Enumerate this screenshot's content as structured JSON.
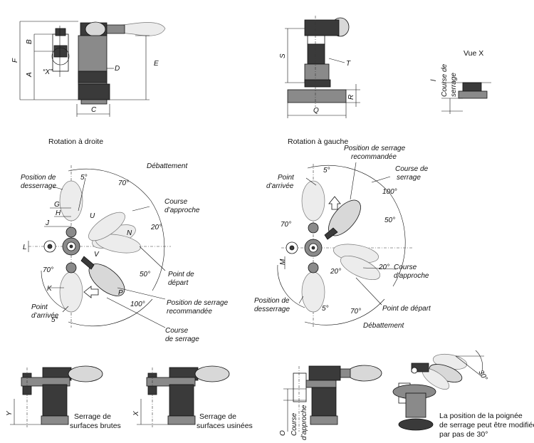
{
  "top_left": {
    "dim_labels": {
      "F": "F",
      "B": "B",
      "A": "A",
      "E": "E",
      "D": "D",
      "C": "C",
      "X": "“X”"
    }
  },
  "top_mid": {
    "dim_labels": {
      "S": "S",
      "T": "T",
      "R": "R",
      "Q": "Q"
    }
  },
  "view_x": {
    "title": "Vue X",
    "l_label": "l",
    "course_label_1": "Course de",
    "course_label_2": "serrage"
  },
  "rot_right": {
    "title": "Rotation à droite",
    "labels": {
      "debattement": "Débattement",
      "pos_desserrage_1": "Position de",
      "pos_desserrage_2": "desserrage",
      "course_approche_1": "Course",
      "course_approche_2": "d’approche",
      "point_depart_1": "Point de",
      "point_depart_2": "départ",
      "pos_serrage_1": "Position de serrage",
      "pos_serrage_2": "recommandée",
      "course_serrage_1": "Course",
      "course_serrage_2": "de serrage",
      "point_arrivee_1": "Point",
      "point_arrivee_2": "d’arrivée"
    },
    "angles": {
      "a5_top": "5°",
      "a70_top": "70°",
      "a20": "20°",
      "a50": "50°",
      "a100": "100°",
      "a70_left": "70°",
      "a5_bottom": "5°"
    },
    "letters": {
      "G": "G",
      "H": "H",
      "J": "J",
      "L": "L",
      "K": "K",
      "U": "U",
      "V": "V",
      "N": "N",
      "P": "P"
    }
  },
  "rot_left": {
    "title": "Rotation à gauche",
    "labels": {
      "pos_serrage_1": "Position de serrage",
      "pos_serrage_2": "recommandée",
      "point_arrivee_1": "Point",
      "point_arrivee_2": "d’arrivée",
      "course_serrage_1": "Course de",
      "course_serrage_2": "serrage",
      "course_approche_1": "Course",
      "course_approche_2": "d’approche",
      "point_depart": "Point de départ",
      "pos_desserrage_1": "Position de",
      "pos_desserrage_2": "desserrage",
      "debattement": "Débattement"
    },
    "angles": {
      "a5_top": "5°",
      "a100": "100°",
      "a50": "50°",
      "a70_left": "70°",
      "a20_mid": "20°",
      "a20_right": "20°",
      "a5_bottom": "5°",
      "a70_bottom": "70°"
    },
    "letters": {
      "M": "M"
    }
  },
  "bottom": {
    "rough": {
      "dim": "Y",
      "caption_1": "Serrage de",
      "caption_2": "surfaces brutes"
    },
    "machined": {
      "dim": "X",
      "caption_1": "Serrage de",
      "caption_2": "surfaces usinées"
    },
    "approach": {
      "dim_o": "O",
      "course_1": "Course",
      "course_2": "d’approche"
    },
    "rotated": {
      "angle": "30°",
      "caption_1": "La position de la poignée",
      "caption_2": "de serrage peut être modifiée",
      "caption_3": "par pas de 30°"
    }
  }
}
